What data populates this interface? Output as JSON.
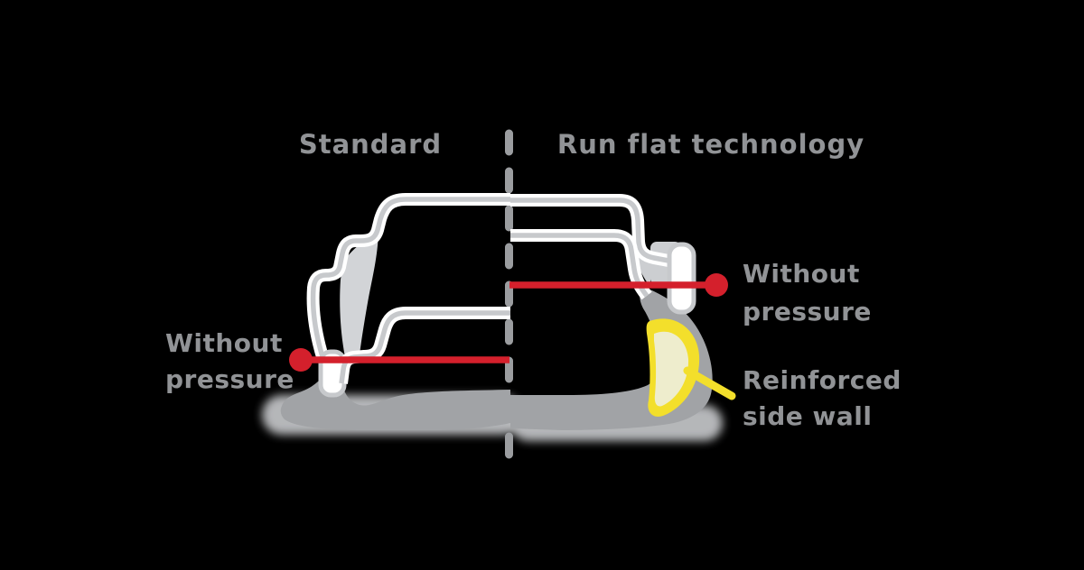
{
  "diagram": {
    "left": {
      "title": "Standard",
      "pressure_label": {
        "line1": "Without",
        "line2": "pressure"
      }
    },
    "right": {
      "title": "Run flat technology",
      "pressure_label": {
        "line1": "Without",
        "line2": "pressure"
      },
      "reinforced_label": {
        "line1": "Reinforced",
        "line2": "side wall"
      }
    },
    "colors": {
      "background": "#000000",
      "text_gray": "#919396",
      "outline_gray": "#c7c9cc",
      "tire_gray": "#a1a3a6",
      "light_gray": "#d2d4d7",
      "flange_gray": "#ccced1",
      "shadow_gray": "#c9cbce",
      "accent_red": "#d4202c",
      "accent_yellow": "#f3df2b",
      "pale_yellow": "#eeedcd",
      "divider_gray": "#9b9da0"
    }
  }
}
